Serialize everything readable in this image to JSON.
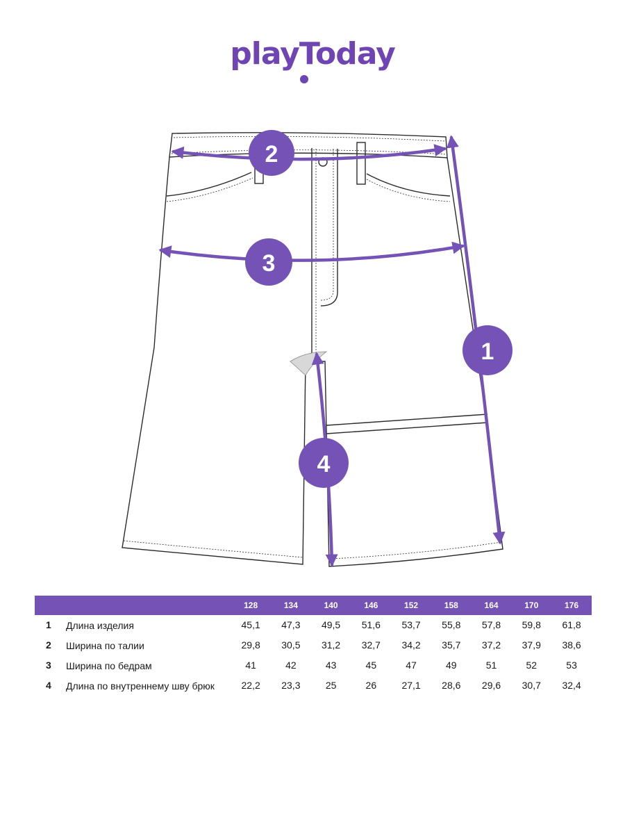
{
  "brand": {
    "logo_text": "playToday",
    "accent_color": "#7452b6"
  },
  "diagram": {
    "markers": [
      "1",
      "2",
      "3",
      "4"
    ]
  },
  "table": {
    "sizes": [
      "128",
      "134",
      "140",
      "146",
      "152",
      "158",
      "164",
      "170",
      "176"
    ],
    "rows": [
      {
        "num": "1",
        "label": "Длина изделия",
        "values": [
          "45,1",
          "47,3",
          "49,5",
          "51,6",
          "53,7",
          "55,8",
          "57,8",
          "59,8",
          "61,8"
        ]
      },
      {
        "num": "2",
        "label": "Ширина по талии",
        "values": [
          "29,8",
          "30,5",
          "31,2",
          "32,7",
          "34,2",
          "35,7",
          "37,2",
          "37,9",
          "38,6"
        ]
      },
      {
        "num": "3",
        "label": "Ширина по бедрам",
        "values": [
          "41",
          "42",
          "43",
          "45",
          "47",
          "49",
          "51",
          "52",
          "53"
        ]
      },
      {
        "num": "4",
        "label": "Длина по внутреннему шву брюк",
        "values": [
          "22,2",
          "23,3",
          "25",
          "26",
          "27,1",
          "28,6",
          "29,6",
          "30,7",
          "32,4"
        ]
      }
    ]
  }
}
